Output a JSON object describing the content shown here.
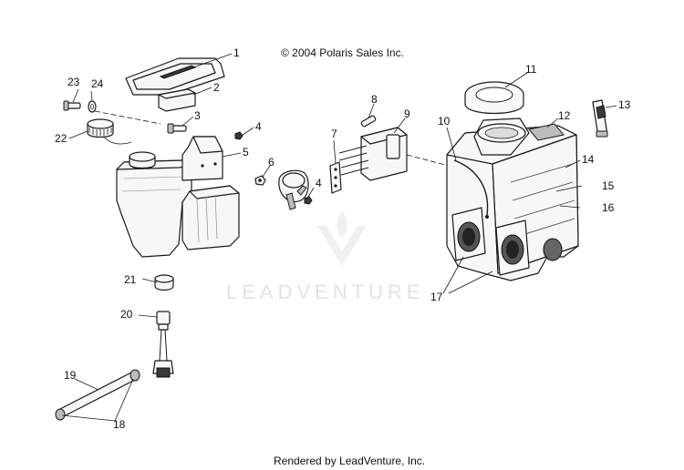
{
  "copyright": "© 2004 Polaris Sales Inc.",
  "footer": "Rendered by LeadVenture, Inc.",
  "watermark": "LEADVENTURE",
  "callouts": [
    "1",
    "2",
    "3",
    "4",
    "4",
    "5",
    "6",
    "7",
    "8",
    "9",
    "10",
    "11",
    "12",
    "13",
    "14",
    "15",
    "16",
    "17",
    "18",
    "19",
    "20",
    "21",
    "22",
    "23",
    "24"
  ]
}
